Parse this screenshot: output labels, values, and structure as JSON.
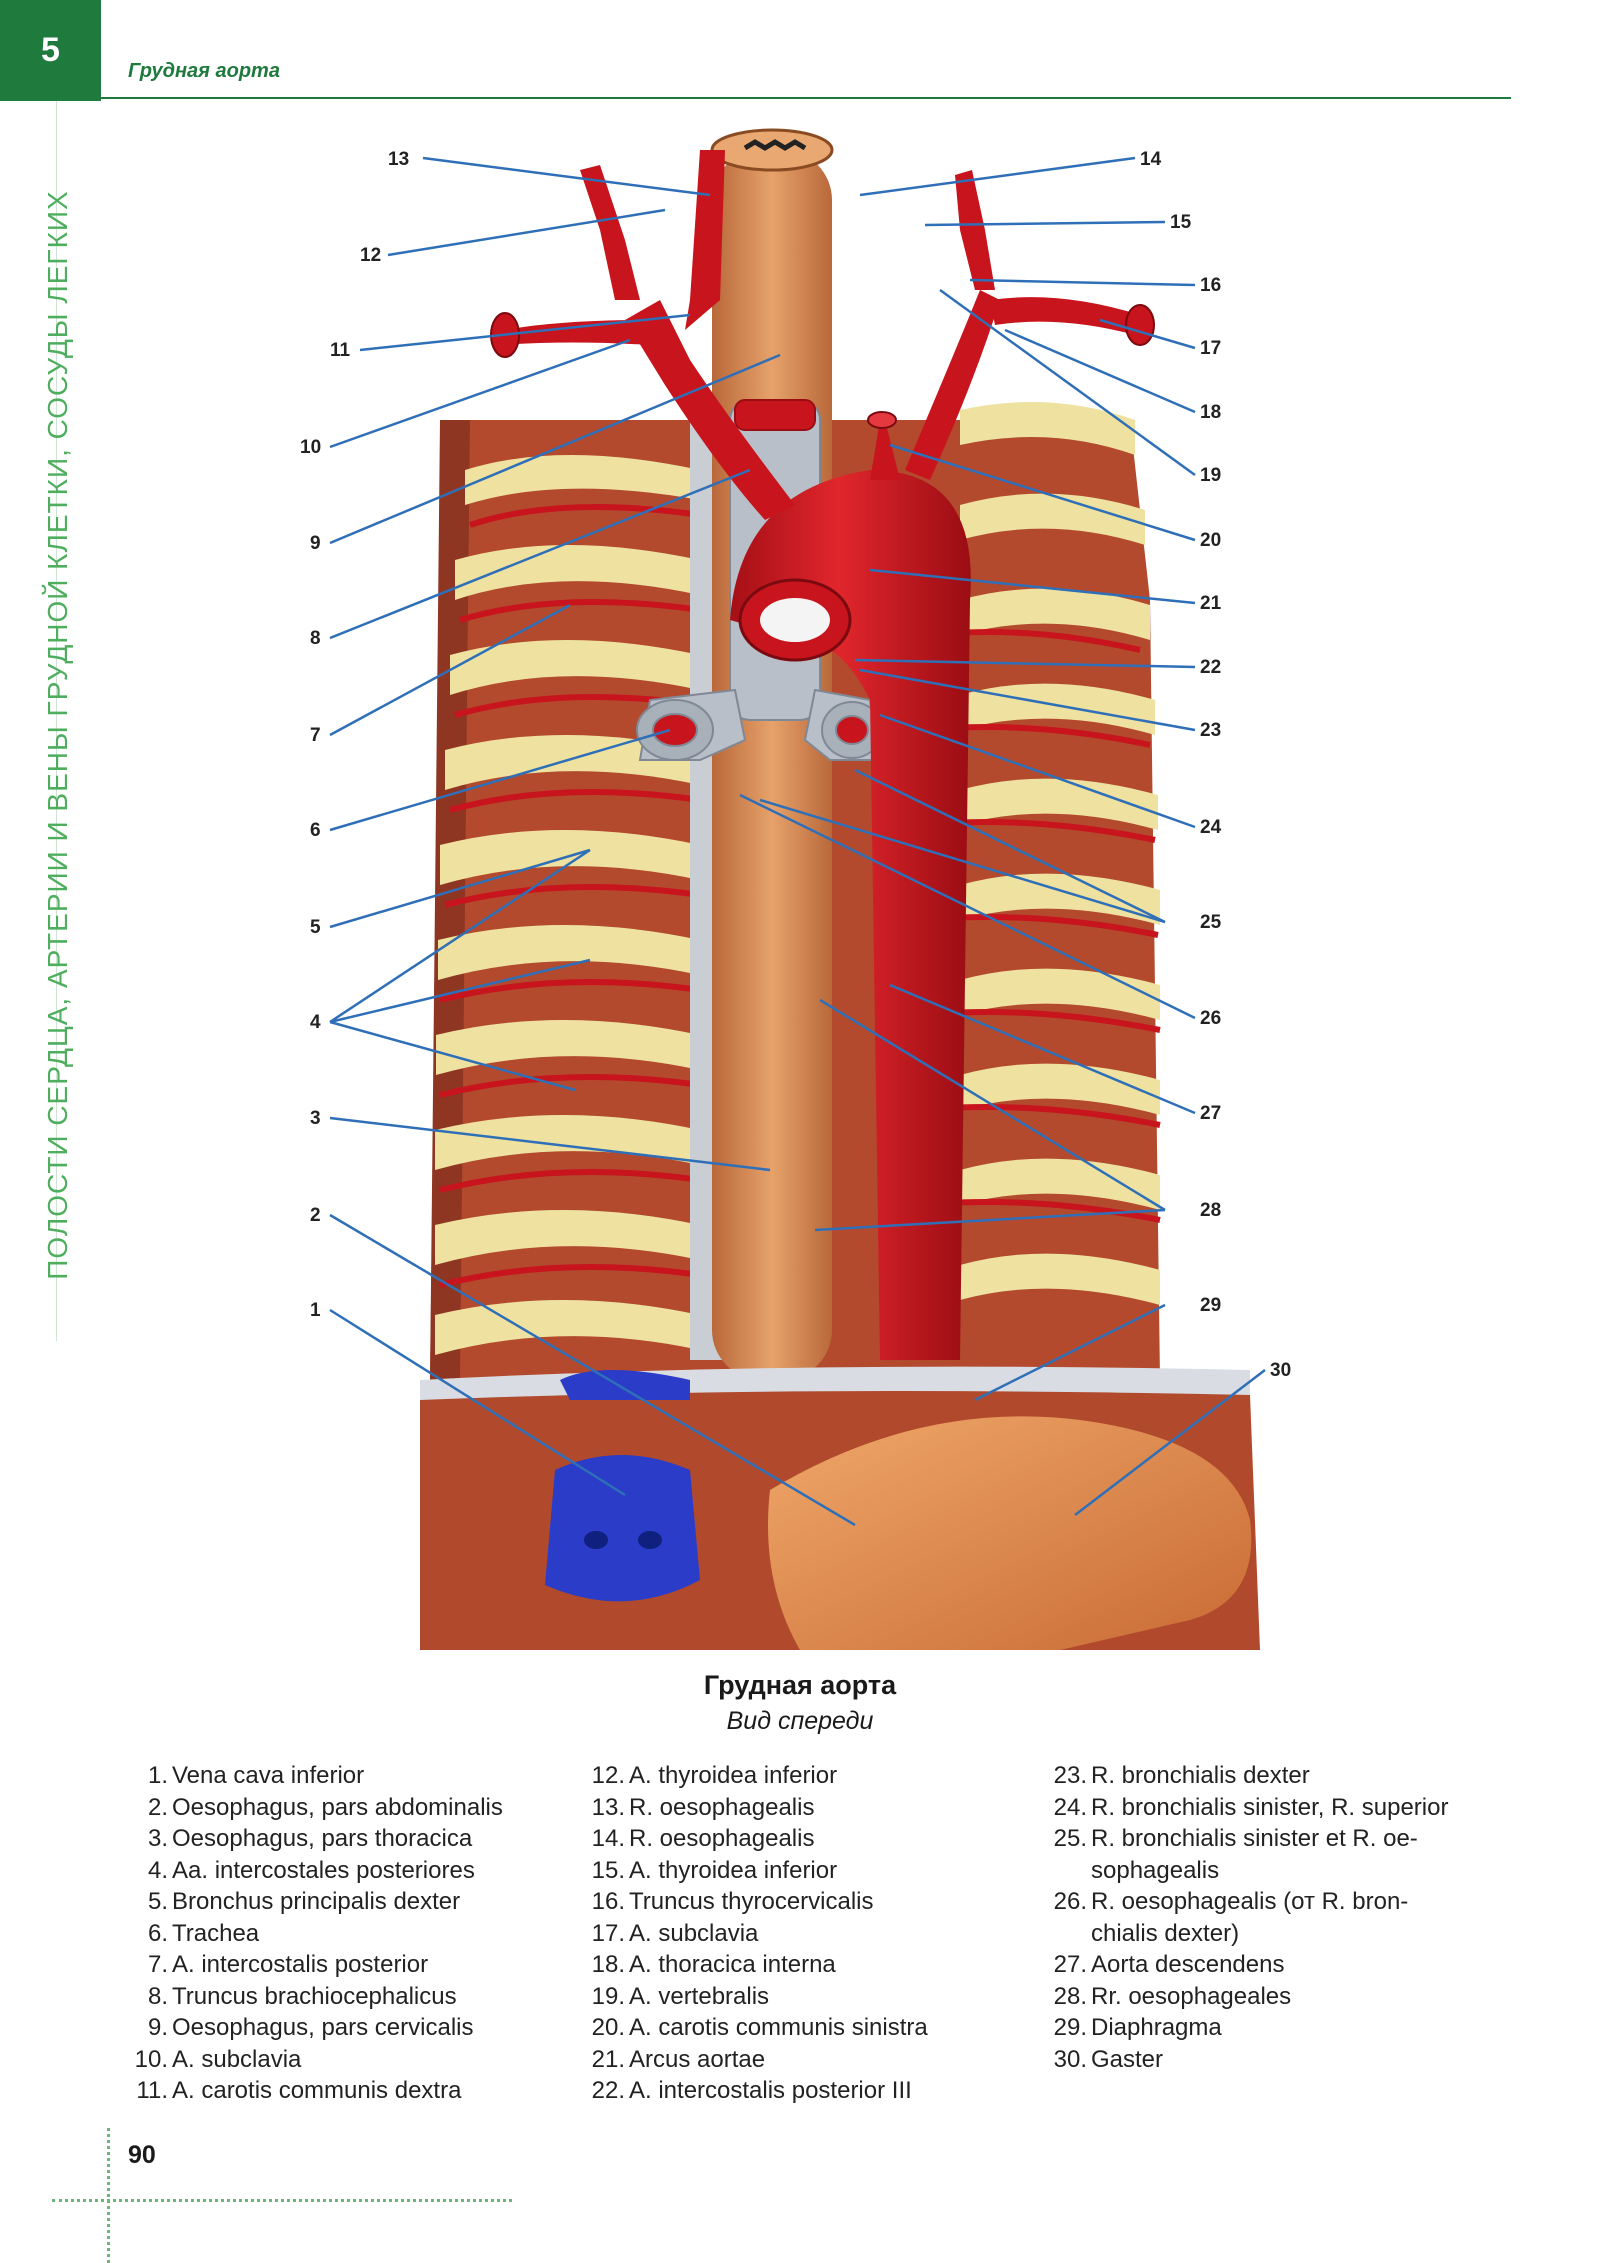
{
  "header": {
    "chapter_number": "5",
    "section_title": "Грудная аорта",
    "side_title": "ПОЛОСТИ СЕРДЦА, АРТЕРИИ И ВЕНЫ ГРУДНОЙ КЛЕТКИ, СОСУДЫ ЛЕГКИХ"
  },
  "figure": {
    "labels_left": [
      "13",
      "12",
      "11",
      "10",
      "9",
      "8",
      "7",
      "6",
      "5",
      "4",
      "3",
      "2",
      "1"
    ],
    "labels_right": [
      "14",
      "15",
      "16",
      "17",
      "18",
      "19",
      "20",
      "21",
      "22",
      "23",
      "24",
      "25",
      "26",
      "27",
      "28",
      "29",
      "30"
    ],
    "caption_title": "Грудная аорта",
    "caption_subtitle": "Вид спереди",
    "colors": {
      "artery": "#c8141c",
      "vein": "#2a3cc8",
      "muscle": "#b34a2e",
      "rib": "#efe2a0",
      "esophagus": "#d98c52",
      "trachea": "#b8bfc8",
      "stomach": "#e0894a",
      "leader_line": "#2f6fb8"
    }
  },
  "legend": {
    "col1": [
      {
        "num": "1.",
        "text": "Vena cava inferior"
      },
      {
        "num": "2.",
        "text": "Oesophagus, pars abdominalis"
      },
      {
        "num": "3.",
        "text": "Oesophagus, pars thoracica"
      },
      {
        "num": "4.",
        "text": "Aa. intercostales posteriores"
      },
      {
        "num": "5.",
        "text": "Bronchus principalis dexter"
      },
      {
        "num": "6.",
        "text": "Trachea"
      },
      {
        "num": "7.",
        "text": "A. intercostalis posterior"
      },
      {
        "num": "8.",
        "text": "Truncus brachiocephalicus"
      },
      {
        "num": "9.",
        "text": "Oesophagus, pars cervicalis"
      },
      {
        "num": "10.",
        "text": "A. subclavia"
      },
      {
        "num": "11.",
        "text": "A. carotis communis dextra"
      }
    ],
    "col2": [
      {
        "num": "12.",
        "text": "A. thyroidea inferior"
      },
      {
        "num": "13.",
        "text": "R. oesophagealis"
      },
      {
        "num": "14.",
        "text": "R. oesophagealis"
      },
      {
        "num": "15.",
        "text": "A. thyroidea inferior"
      },
      {
        "num": "16.",
        "text": "Truncus thyrocervicalis"
      },
      {
        "num": "17.",
        "text": "A. subclavia"
      },
      {
        "num": "18.",
        "text": "A. thoracica interna"
      },
      {
        "num": "19.",
        "text": "A. vertebralis"
      },
      {
        "num": "20.",
        "text": "A. carotis communis sinistra"
      },
      {
        "num": "21.",
        "text": "Arcus aortae"
      },
      {
        "num": "22.",
        "text": "A. intercostalis posterior III"
      }
    ],
    "col3": [
      {
        "num": "23.",
        "text": "R. bronchialis dexter"
      },
      {
        "num": "24.",
        "text": "R. bronchialis sinister, R. superior"
      },
      {
        "num": "25.",
        "text": "R. bronchialis sinister et R. oe-"
      },
      {
        "num": "",
        "text": "sophagealis"
      },
      {
        "num": "26.",
        "text": "R. oesophagealis (от R. bron-"
      },
      {
        "num": "",
        "text": "chialis dexter)"
      },
      {
        "num": "27.",
        "text": "Aorta descendens"
      },
      {
        "num": "28.",
        "text": "Rr. oesophageales"
      },
      {
        "num": "29.",
        "text": "Diaphragma"
      },
      {
        "num": "30.",
        "text": "Gaster"
      }
    ]
  },
  "footer": {
    "page_number": "90"
  }
}
